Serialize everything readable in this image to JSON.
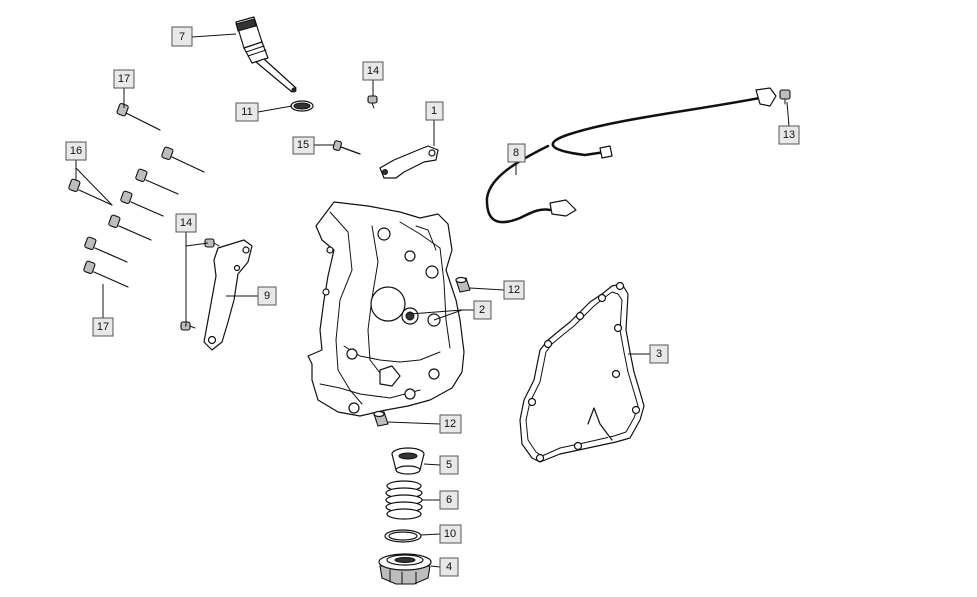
{
  "callouts": [
    {
      "id": "c7a",
      "label": "7"
    },
    {
      "id": "c17a",
      "label": "17"
    },
    {
      "id": "c14a",
      "label": "14"
    },
    {
      "id": "c11",
      "label": "11"
    },
    {
      "id": "c1",
      "label": "1"
    },
    {
      "id": "c15",
      "label": "15"
    },
    {
      "id": "c16",
      "label": "16"
    },
    {
      "id": "c8",
      "label": "8"
    },
    {
      "id": "c13",
      "label": "13"
    },
    {
      "id": "c14b",
      "label": "14"
    },
    {
      "id": "c9",
      "label": "9"
    },
    {
      "id": "c12a",
      "label": "12"
    },
    {
      "id": "c2",
      "label": "2"
    },
    {
      "id": "c17b",
      "label": "17"
    },
    {
      "id": "c3",
      "label": "3"
    },
    {
      "id": "c12b",
      "label": "12"
    },
    {
      "id": "c5",
      "label": "5"
    },
    {
      "id": "c6",
      "label": "6"
    },
    {
      "id": "c10",
      "label": "10"
    },
    {
      "id": "c4",
      "label": "4"
    }
  ]
}
